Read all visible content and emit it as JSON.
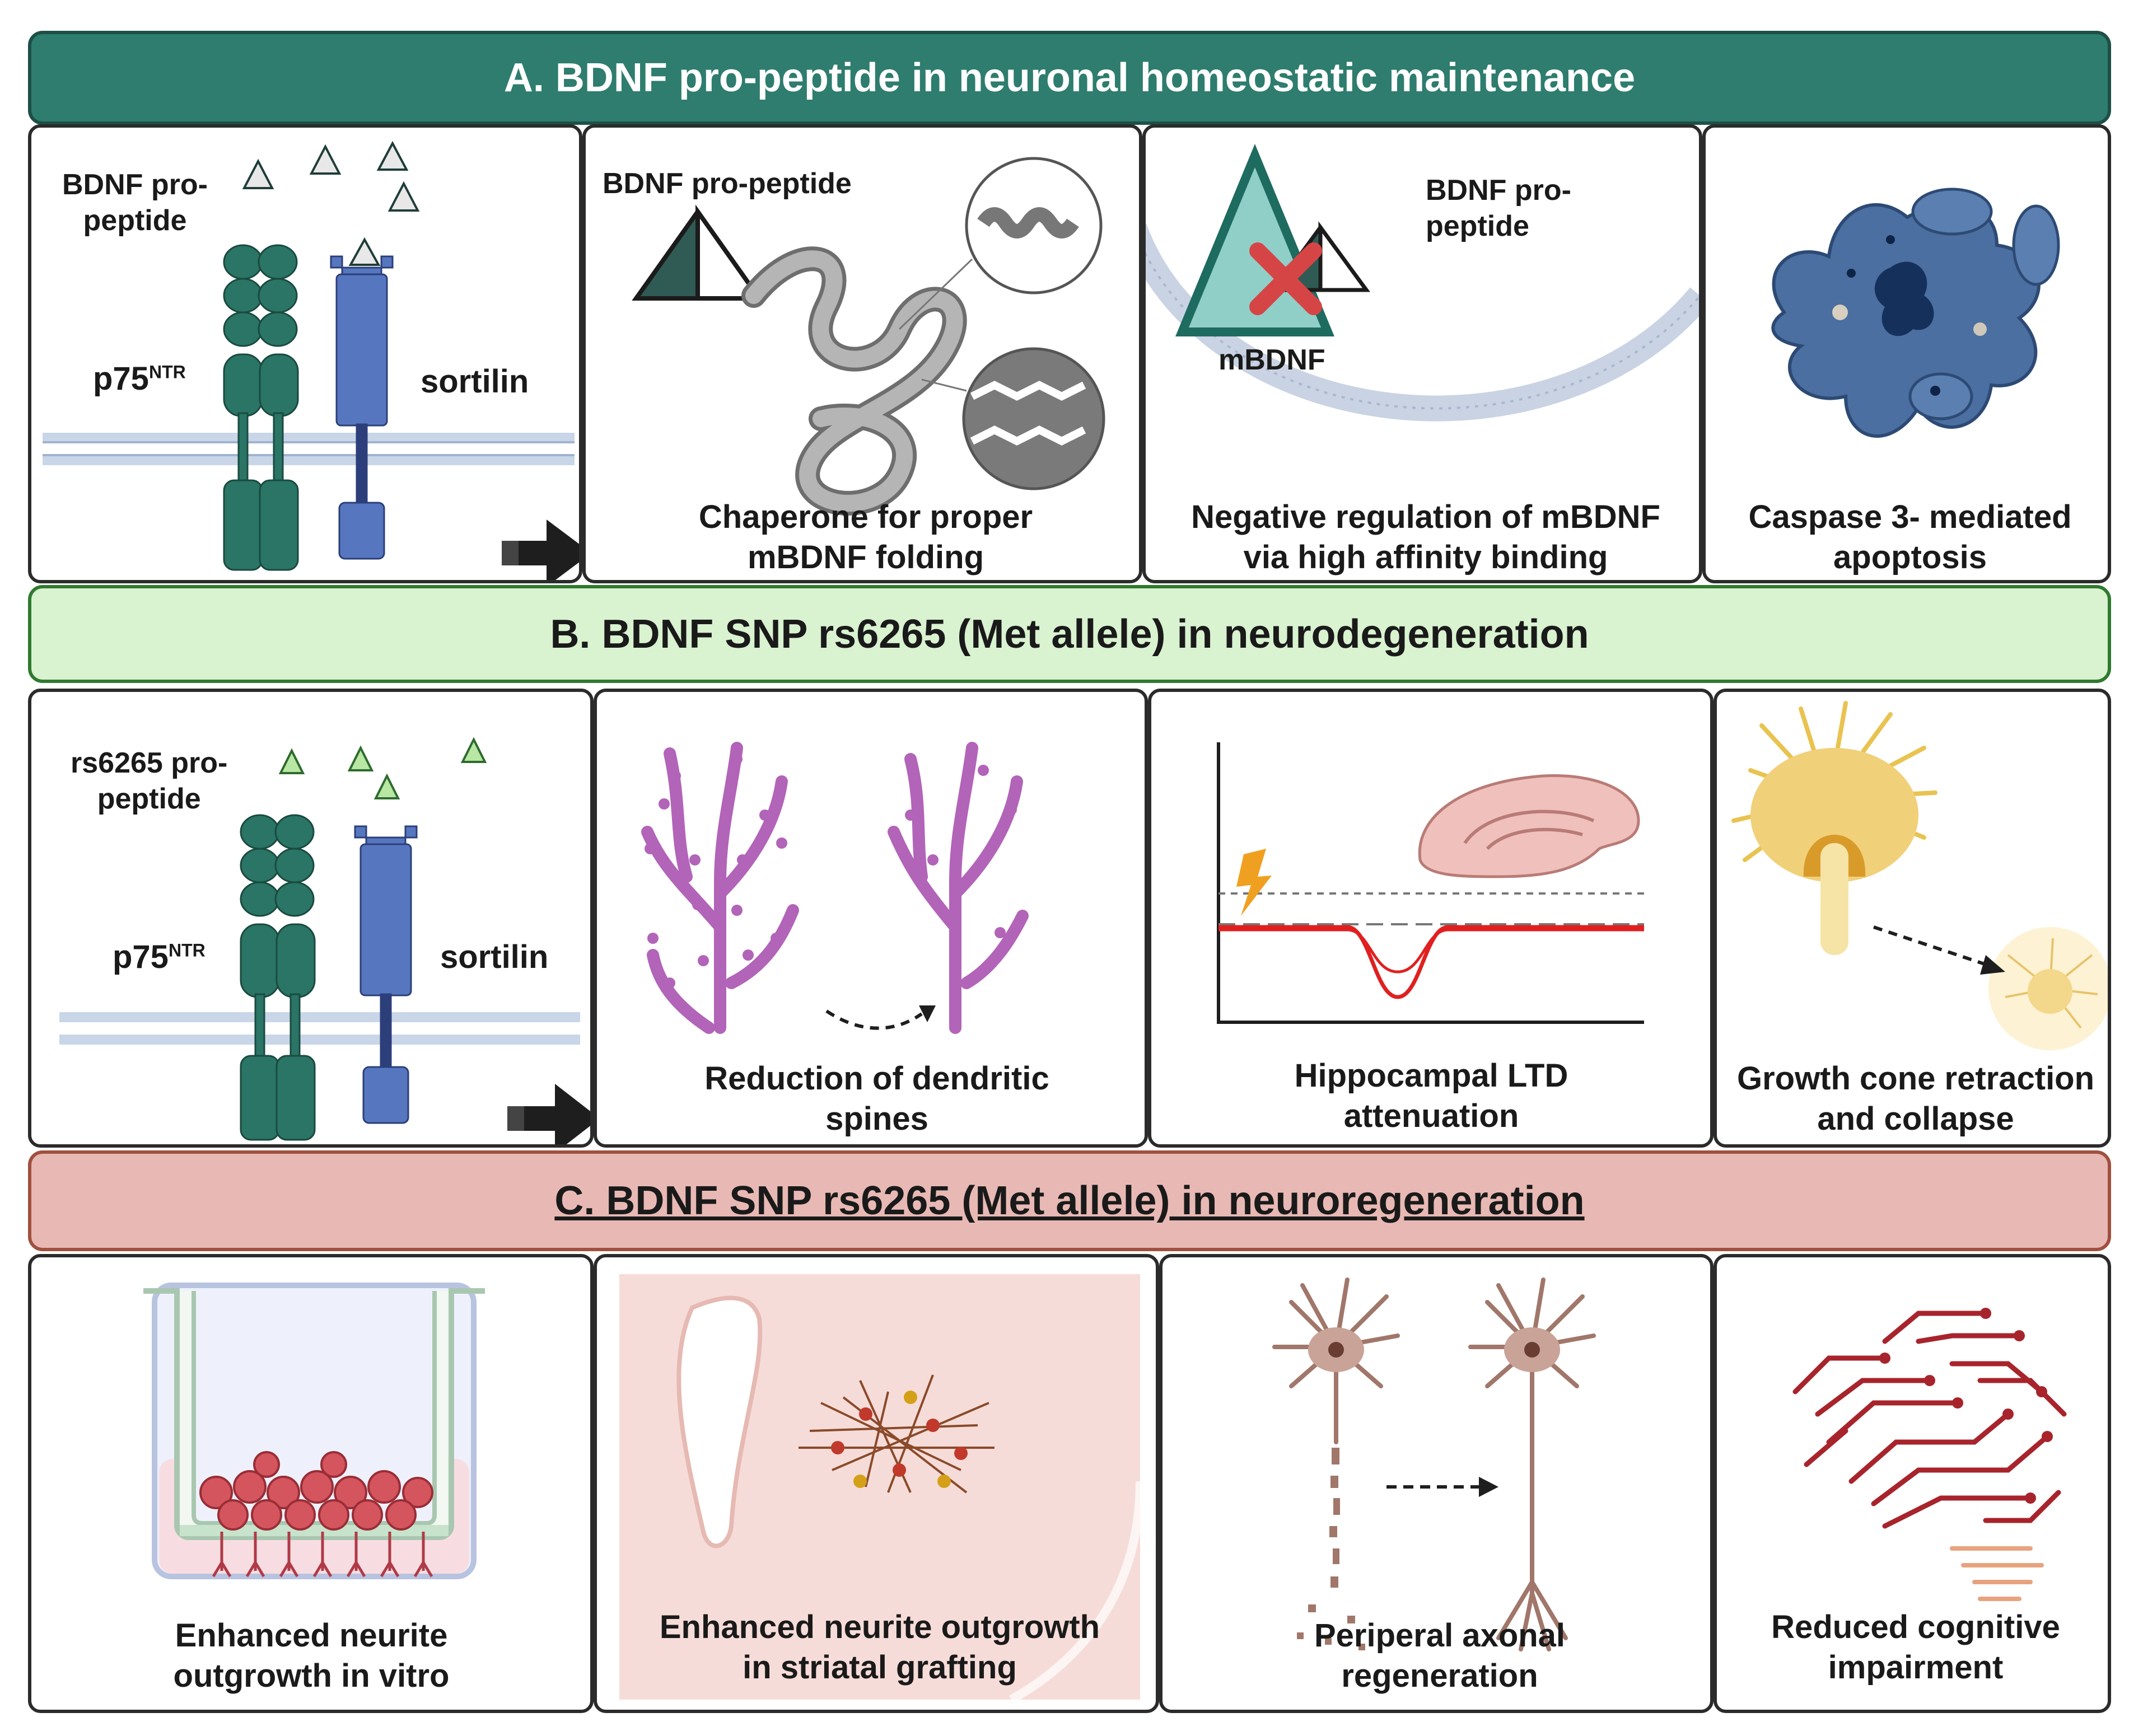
{
  "sections": {
    "a": {
      "title": "A. BDNF pro-peptide in neuronal homeostatic maintenance",
      "color": "#2e7d6e",
      "panels": {
        "p1": {
          "ligand_label": "BDNF pro-\npeptide",
          "receptor1": "p75",
          "receptor1_sup": "NTR",
          "receptor2": "sortilin"
        },
        "p2": {
          "label": "BDNF pro-peptide",
          "caption": "Chaperone for proper\nmBDNF folding"
        },
        "p3": {
          "label_pro": "BDNF pro-\npeptide",
          "label_m": "mBDNF",
          "caption": "Negative regulation of mBDNF\nvia high affinity binding"
        },
        "p4": {
          "caption": "Caspase 3- mediated\napoptosis"
        }
      }
    },
    "b": {
      "title": "B. BDNF SNP rs6265 (Met allele) in neurodegeneration",
      "color": "#d9f2d0",
      "panels": {
        "p1": {
          "ligand_label": "rs6265 pro-\npeptide",
          "receptor1": "p75",
          "receptor1_sup": "NTR",
          "receptor2": "sortilin"
        },
        "p2": {
          "caption": "Reduction of dendritic\nspines"
        },
        "p3": {
          "caption": "Hippocampal LTD\nattenuation"
        },
        "p4": {
          "caption": "Growth cone retraction\nand collapse"
        }
      }
    },
    "c": {
      "title": "C. BDNF SNP rs6265 (Met allele) in neuroregeneration",
      "color": "#e8b9b4",
      "panels": {
        "p1": {
          "caption": "Enhanced neurite\noutgrowth in vitro"
        },
        "p2": {
          "caption": "Enhanced neurite outgrowth\nin striatal grafting"
        },
        "p3": {
          "caption": "Periperal axonal\nregeneration"
        },
        "p4": {
          "caption": "Reduced cognitive\nimpairment"
        }
      }
    }
  }
}
